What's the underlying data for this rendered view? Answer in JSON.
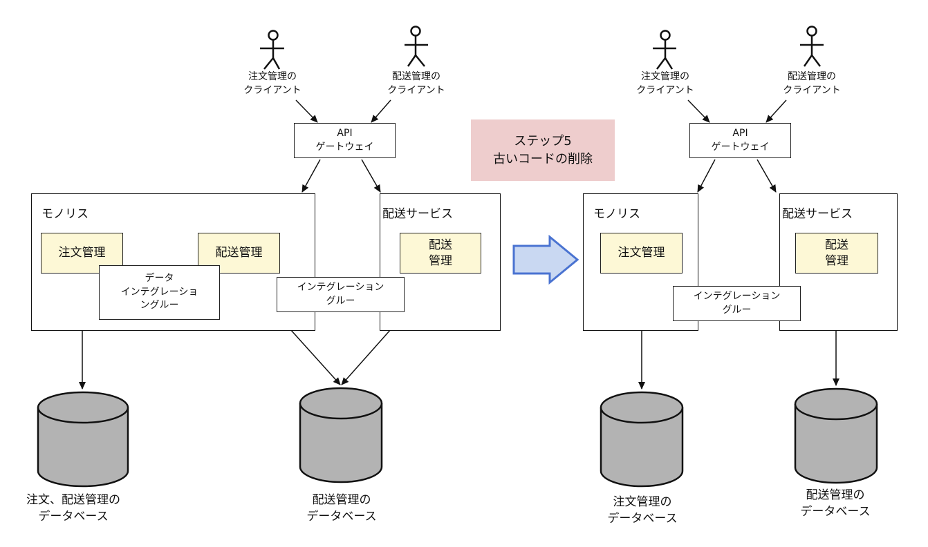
{
  "step": {
    "line1": "ステップ5",
    "line2": "古いコードの削除"
  },
  "colors": {
    "service_fill": "#fdf8d6",
    "step_fill": "#eecdcd",
    "arrow_fill": "#c9d8f2",
    "arrow_stroke": "#4a73d1",
    "db_fill": "#b3b3b3"
  },
  "before": {
    "actors": [
      {
        "line1": "注文管理の",
        "line2": "クライアント"
      },
      {
        "line1": "配送管理の",
        "line2": "クライアント"
      }
    ],
    "api_gateway": {
      "line1": "API",
      "line2": "ゲートウェイ"
    },
    "monolith": {
      "title": "モノリス",
      "order_service": "注文管理",
      "delivery_service": "配送管理",
      "data_glue": "データ\nインテグレーショ\nングルー"
    },
    "delivery_service": {
      "title": "配送サービス",
      "module_line1": "配送",
      "module_line2": "管理"
    },
    "integration_glue": "インテグレーション\nグルー",
    "databases": [
      {
        "line1": "注文、配送管理の",
        "line2": "データベース"
      },
      {
        "line1": "配送管理の",
        "line2": "データベース"
      }
    ]
  },
  "after": {
    "actors": [
      {
        "line1": "注文管理の",
        "line2": "クライアント"
      },
      {
        "line1": "配送管理の",
        "line2": "クライアント"
      }
    ],
    "api_gateway": {
      "line1": "API",
      "line2": "ゲートウェイ"
    },
    "monolith": {
      "title": "モノリス",
      "order_service": "注文管理"
    },
    "delivery_service": {
      "title": "配送サービス",
      "module_line1": "配送",
      "module_line2": "管理"
    },
    "integration_glue": "インテグレーション\nグルー",
    "databases": [
      {
        "line1": "注文管理の",
        "line2": "データベース"
      },
      {
        "line1": "配送管理の",
        "line2": "データベース"
      }
    ]
  }
}
